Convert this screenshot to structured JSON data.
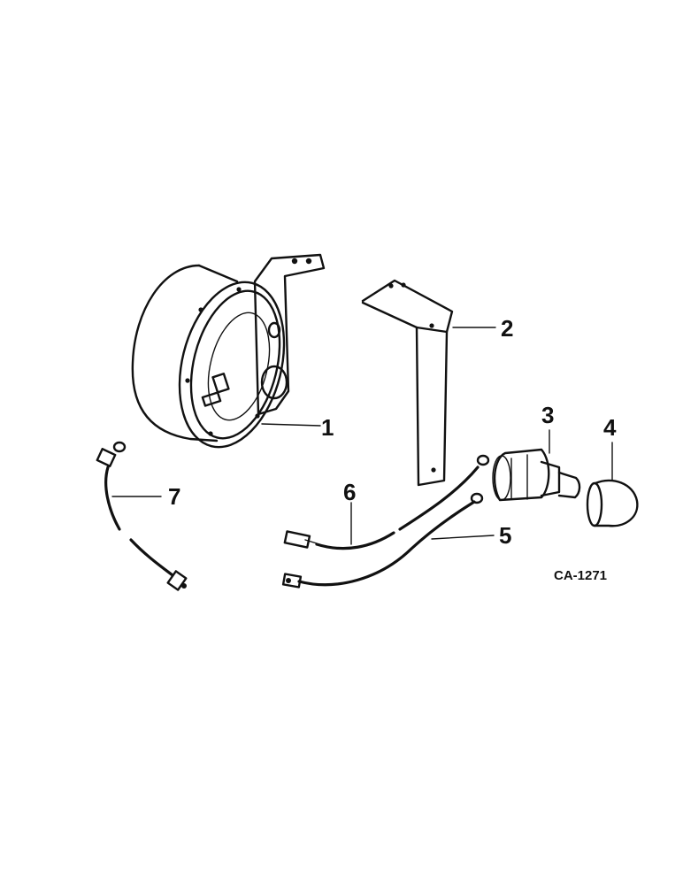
{
  "callouts": [
    {
      "id": "1",
      "label": "1"
    },
    {
      "id": "2",
      "label": "2"
    },
    {
      "id": "3",
      "label": "3"
    },
    {
      "id": "4",
      "label": "4"
    },
    {
      "id": "5",
      "label": "5"
    },
    {
      "id": "6",
      "label": "6"
    },
    {
      "id": "7",
      "label": "7"
    }
  ],
  "reference_code": "CA-1271",
  "colors": {
    "ink": "#111111",
    "paper": "#ffffff"
  }
}
